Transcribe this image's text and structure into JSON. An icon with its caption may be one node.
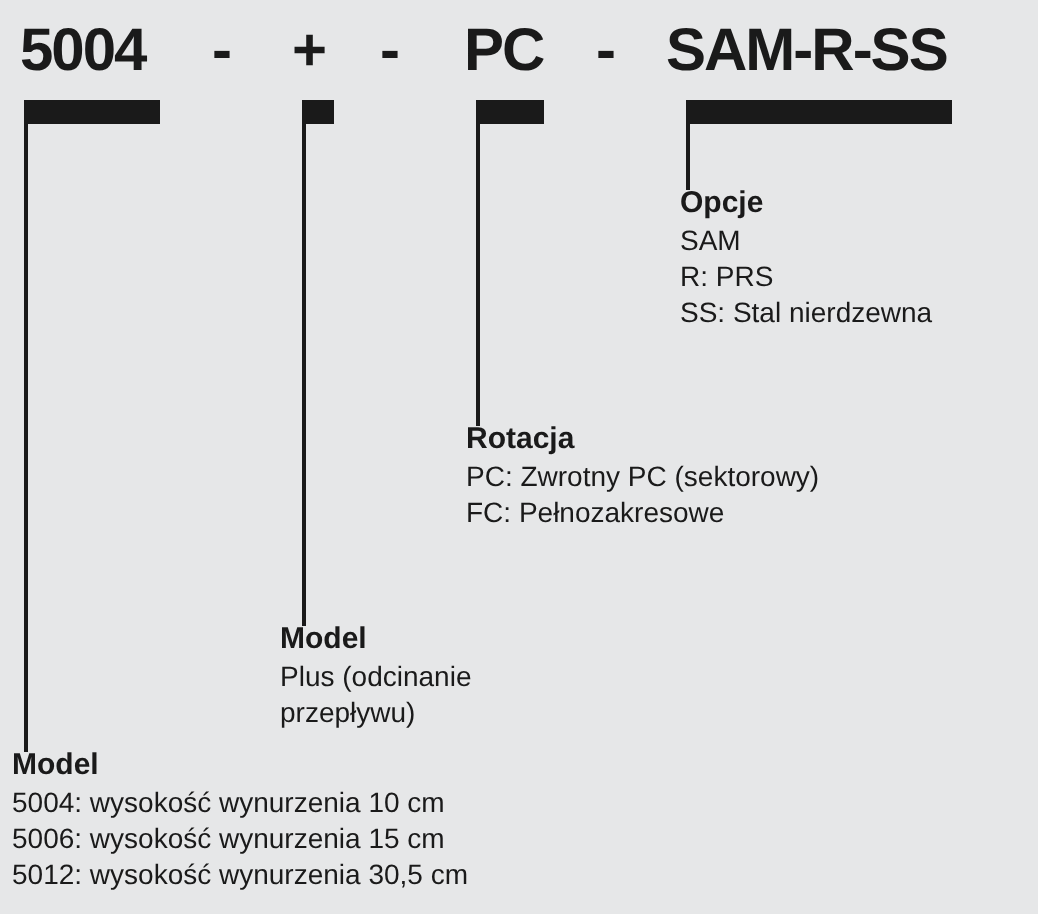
{
  "diagram": {
    "nodes": [
      {
        "text": [],
        "shape": "bar"
      },
      {
        "text": [],
        "shape": "bar"
      },
      {
        "text": [],
        "shape": "bar"
      },
      {
        "text": [],
        "shape": "bar"
      },
      {
        "text": [
          "Opcje",
          "SAM",
          "R: PRS",
          "SS: Stal nierdzewna"
        ]
      },
      {
        "text": [
          "Rotacja",
          "PC: Zwrotny PC (sektorowy)",
          "FC: Pełnozakresowe"
        ]
      },
      {
        "text": [
          "Model",
          "Plus (odcinanie przepływu)"
        ]
      },
      {
        "text": [
          "Model",
          "5004: wysokość wynurzenia 10 cm",
          "5006: wysokość wynurzenia 15 cm",
          "5012: wysokość wynurzenia 30,5 cm"
        ]
      }
    ],
    "edges": [
      {
        "from": 4,
        "to": 3,
        "arrow": "none"
      },
      {
        "from": 5,
        "to": 2,
        "arrow": "none"
      },
      {
        "from": 6,
        "to": 1,
        "arrow": "none"
      },
      {
        "from": 7,
        "to": 0,
        "arrow": "none"
      }
    ],
    "labels": [
      "5004",
      "-",
      "+",
      "-",
      "PC",
      "-",
      "SAM-R-SS"
    ]
  }
}
